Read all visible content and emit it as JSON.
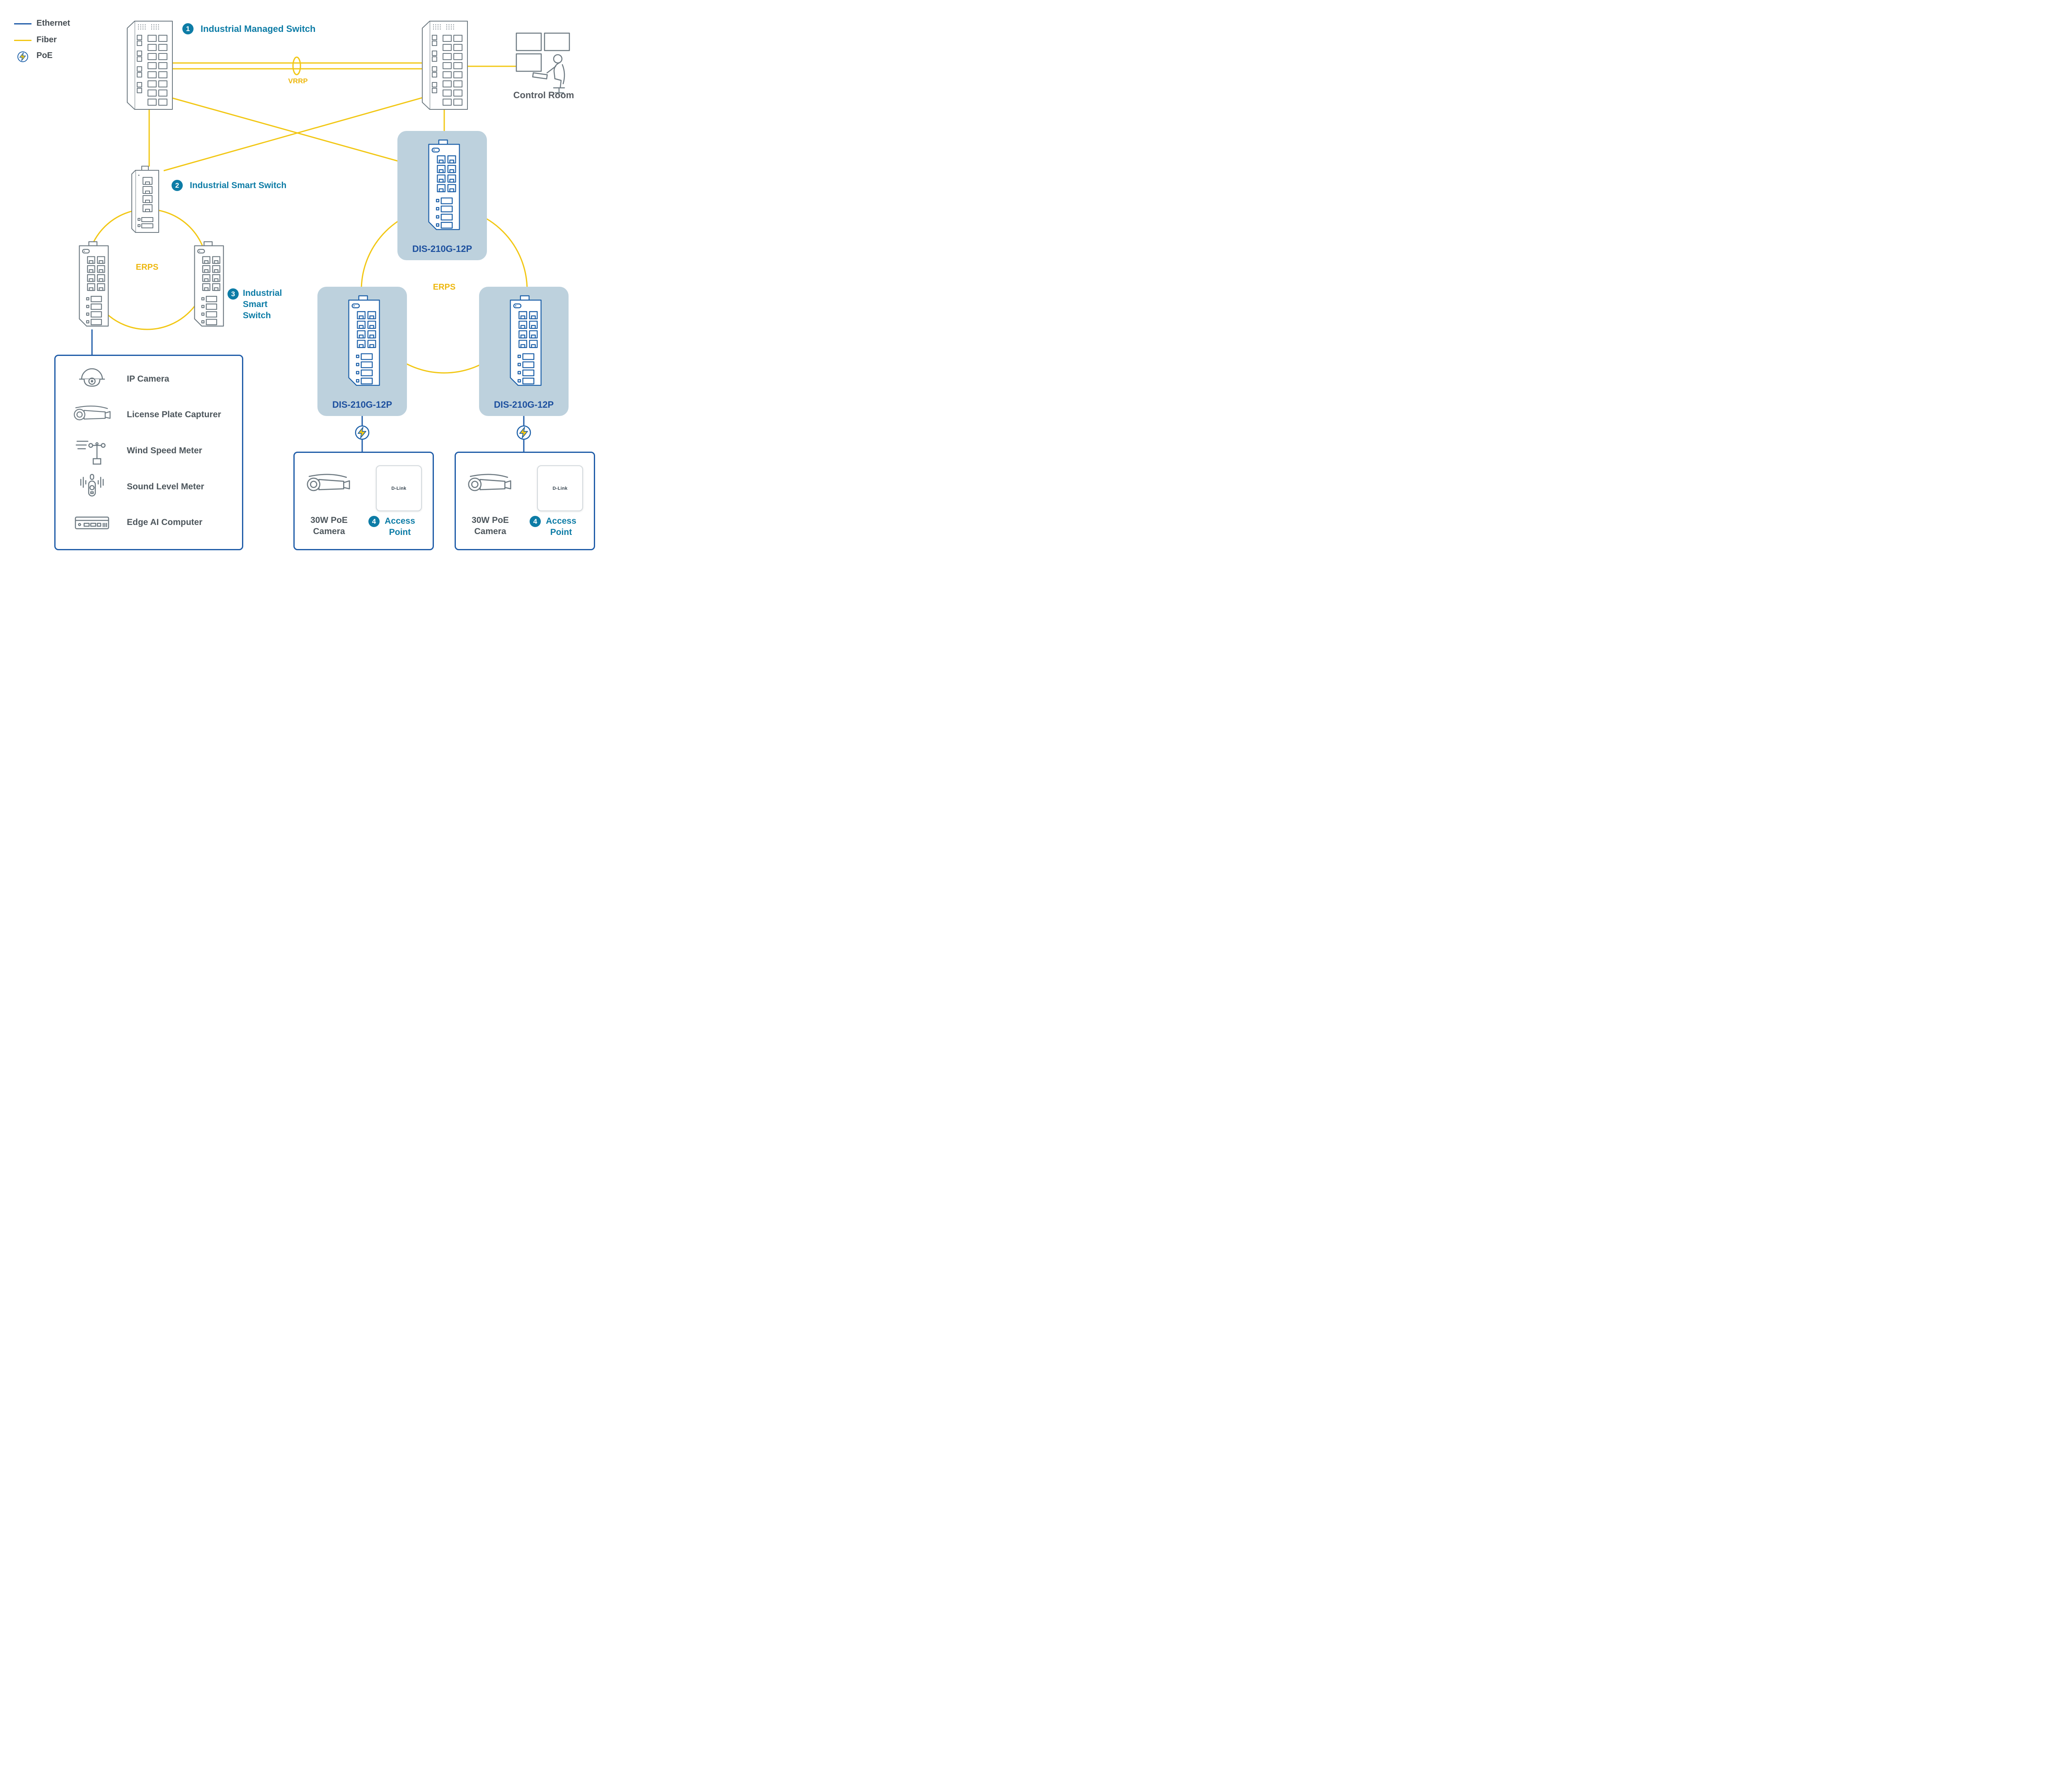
{
  "colors": {
    "ethernet": "#1f5ca8",
    "fiber": "#f2c714",
    "accent_teal": "#0d7ca6",
    "dis_blue": "#1c4f9e",
    "panel_blue": "#bdd1dd",
    "device_gray": "#6e7a82",
    "text_gray": "#4d565c"
  },
  "legend": {
    "ethernet": "Ethernet",
    "fiber": "Fiber",
    "poe": "PoE",
    "poe_icon": "poe-lightning-icon"
  },
  "annotations": {
    "vrrp": "VRRP",
    "erps_left": "ERPS",
    "erps_right": "ERPS",
    "control_room": "Control Room"
  },
  "callouts": {
    "managed_switch": {
      "num": "1",
      "label": "Industrial Managed Switch"
    },
    "smart_switch": {
      "num": "2",
      "label": "Industrial Smart Switch"
    },
    "smart_switch_ring": {
      "num": "3",
      "line1": "Industrial",
      "line2": "Smart",
      "line3": "Switch"
    }
  },
  "dis_switches": [
    {
      "label": "DIS-210G-12P"
    },
    {
      "label": "DIS-210G-12P"
    },
    {
      "label": "DIS-210G-12P"
    }
  ],
  "device_list": {
    "items": [
      {
        "icon": "dome-camera-icon",
        "label": "IP Camera"
      },
      {
        "icon": "bullet-camera-icon",
        "label": "License Plate Capturer"
      },
      {
        "icon": "wind-speed-meter-icon",
        "label": "Wind Speed Meter"
      },
      {
        "icon": "sound-level-meter-icon",
        "label": "Sound Level Meter"
      },
      {
        "icon": "edge-ai-computer-icon",
        "label": "Edge AI Computer"
      }
    ]
  },
  "endpoints": [
    {
      "camera_line1": "30W PoE",
      "camera_line2": "Camera",
      "num": "4",
      "ap_line1": "Access",
      "ap_line2": "Point",
      "brand": "D-Link"
    },
    {
      "camera_line1": "30W PoE",
      "camera_line2": "Camera",
      "num": "4",
      "ap_line1": "Access",
      "ap_line2": "Point",
      "brand": "D-Link"
    }
  ]
}
